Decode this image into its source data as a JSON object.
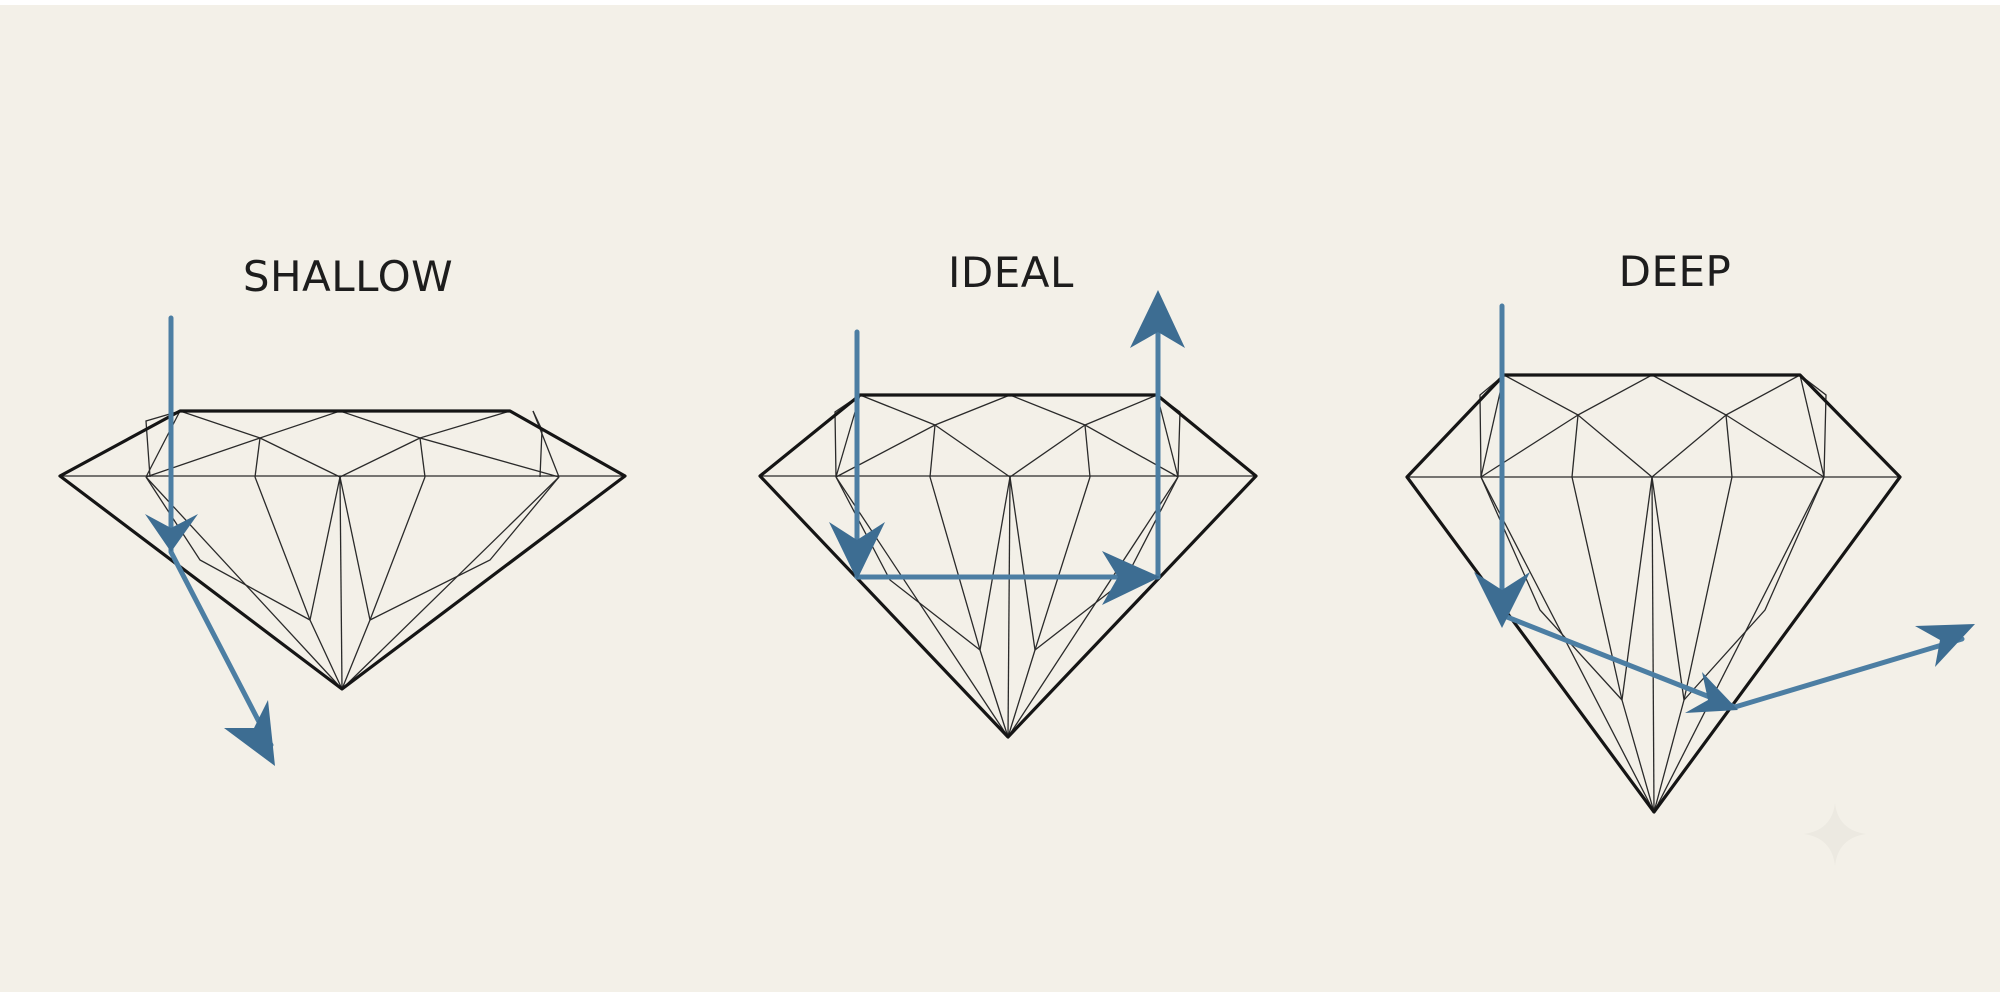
{
  "diagrams": [
    {
      "id": "shallow",
      "label": "SHALLOW"
    },
    {
      "id": "ideal",
      "label": "IDEAL"
    },
    {
      "id": "deep",
      "label": "DEEP"
    }
  ],
  "colors": {
    "background": "#f3f0e8",
    "outline": "#151515",
    "light_ray": "#4c7ea3"
  },
  "icons": {
    "corner_mark": "sparkle-icon"
  }
}
